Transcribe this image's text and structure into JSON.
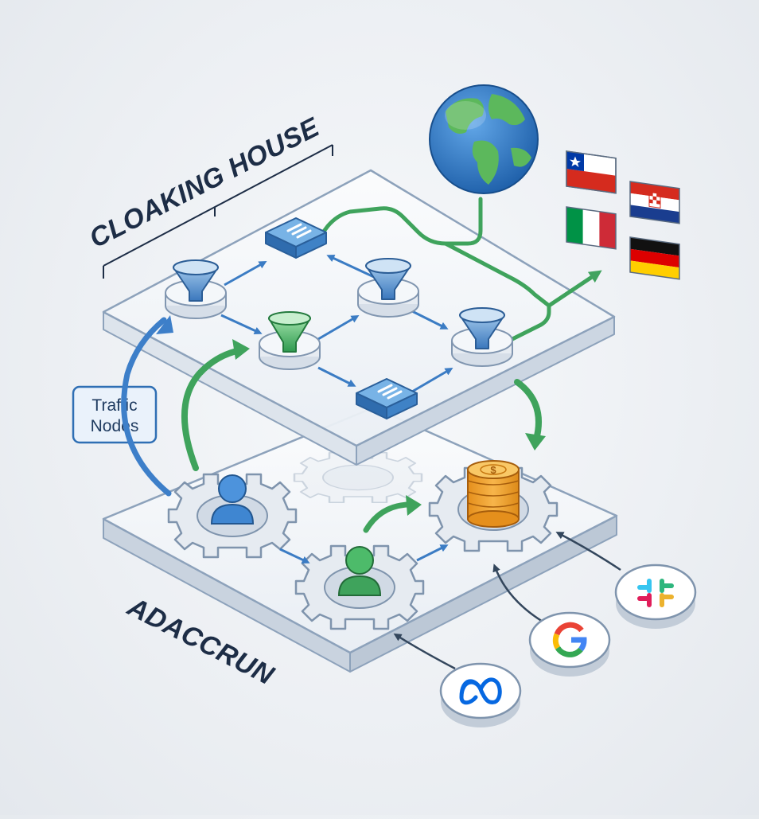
{
  "top_layer": {
    "title": "CLOAKING HOUSE"
  },
  "bottom_layer": {
    "title": "ADACCRUN"
  },
  "callout": {
    "line1": "Traffic",
    "line2": "Nodes"
  },
  "icons": {
    "globe": "globe-icon",
    "coins": "dollar-coins-icon",
    "funnels": "funnel-icon",
    "server_blocks": "server-block-icon",
    "users": "user-icon",
    "gears": "gear-icon",
    "flags": [
      "chile-flag-icon",
      "croatia-flag-icon",
      "italy-flag-icon",
      "germany-flag-icon"
    ],
    "platforms": [
      "slack-icon",
      "google-icon",
      "meta-icon"
    ]
  },
  "colors": {
    "blue_accent": "#3d7fc9",
    "green_accent": "#3fa35c",
    "coin_orange": "#f0a030",
    "platform_bg": "#f3f6f9",
    "outline": "#8da2bb"
  }
}
